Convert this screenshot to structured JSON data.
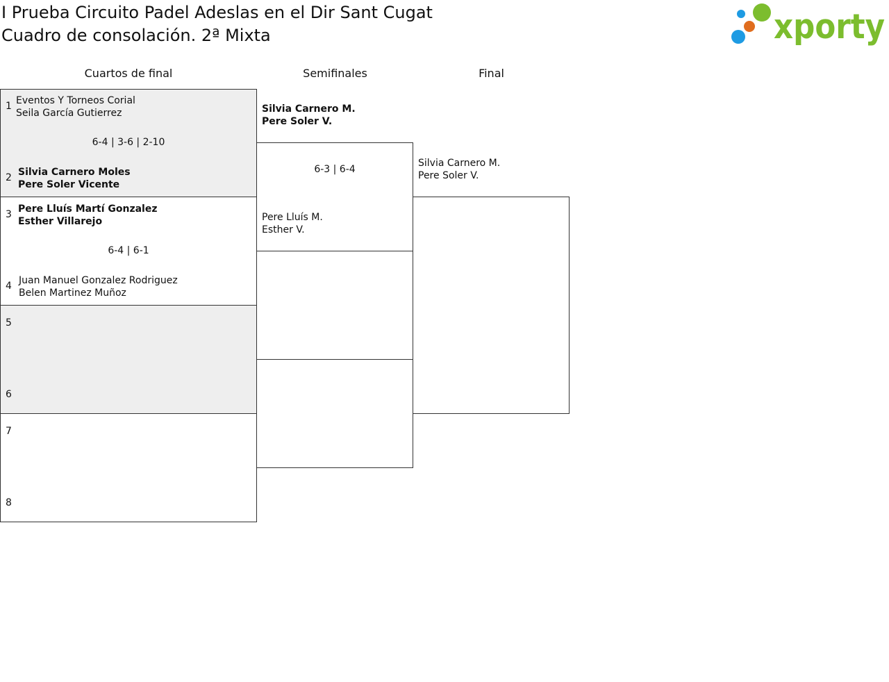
{
  "header": {
    "title": "I Prueba Circuito Padel Adeslas en el Dir Sant Cugat",
    "subtitle": "Cuadro de consolación. 2ª Mixta",
    "logo_text": "xporty",
    "colors": {
      "logo_green": "#7cbd2e",
      "logo_orange": "#e06d1e",
      "logo_blue": "#1e9be3"
    }
  },
  "rounds": [
    "Cuartos de final",
    "Semifinales",
    "Final"
  ],
  "quarterfinals": [
    {
      "seeds": [
        "1",
        "2"
      ],
      "team_a": [
        "Eventos Y Torneos Corial",
        "Seila García Gutierrez"
      ],
      "team_b": [
        "Silvia Carnero Moles",
        "Pere Soler Vicente"
      ],
      "score": "6-4 | 3-6 | 2-10"
    },
    {
      "seeds": [
        "3",
        "4"
      ],
      "team_a": [
        "Pere Lluís Martí Gonzalez",
        "Esther Villarejo"
      ],
      "team_b": [
        "Juan Manuel Gonzalez Rodriguez",
        "Belen Martinez Muñoz"
      ],
      "score": "6-4 | 6-1"
    },
    {
      "seeds": [
        "5",
        "6"
      ]
    },
    {
      "seeds": [
        "7",
        "8"
      ]
    }
  ],
  "semifinals": [
    {
      "team_a": [
        "Silvia Carnero M.",
        "Pere Soler V."
      ],
      "team_b": [
        "Pere Lluís M.",
        "Esther V."
      ],
      "score": "6-3 | 6-4"
    }
  ],
  "final": {
    "team_a": [
      "Silvia Carnero M.",
      "Pere Soler V."
    ]
  }
}
